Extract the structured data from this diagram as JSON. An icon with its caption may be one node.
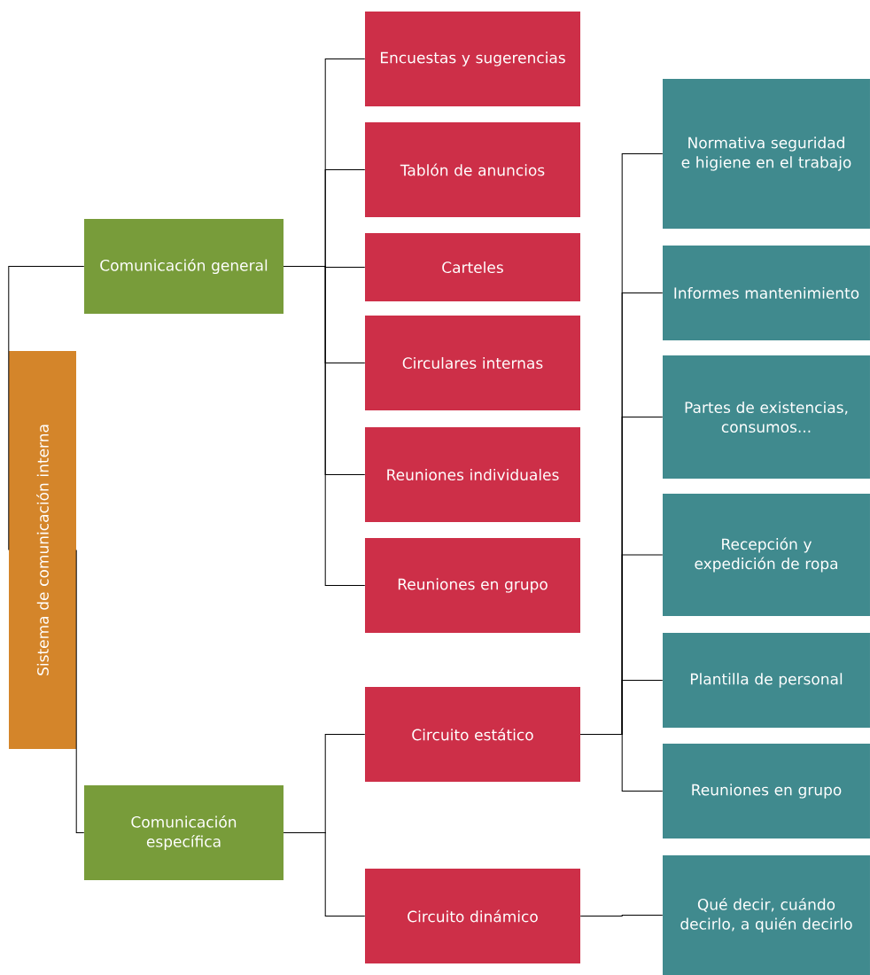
{
  "diagram": {
    "nodes": [
      {
        "text": [
          "Sistema de comunicación interna"
        ]
      },
      {
        "text": [
          "Comunicación general"
        ]
      },
      {
        "text": [
          "Comunicación específica"
        ]
      },
      {
        "text": [
          "Encuestas y sugerencias"
        ]
      },
      {
        "text": [
          "Tablón de anuncios"
        ]
      },
      {
        "text": [
          "Carteles"
        ]
      },
      {
        "text": [
          "Circulares internas"
        ]
      },
      {
        "text": [
          "Reuniones individuales"
        ]
      },
      {
        "text": [
          "Reuniones en grupo"
        ]
      },
      {
        "text": [
          "Circuito estático"
        ]
      },
      {
        "text": [
          "Circuito dinámico"
        ]
      },
      {
        "text": [
          "Normativa seguridad e higiene en el trabajo"
        ]
      },
      {
        "text": [
          "Informes mantenimiento"
        ]
      },
      {
        "text": [
          "Partes de existencias, consumos..."
        ]
      },
      {
        "text": [
          "Recepción y expedición de ropa"
        ]
      },
      {
        "text": [
          "Plantilla de personal"
        ]
      },
      {
        "text": [
          "Reuniones en grupo"
        ]
      },
      {
        "text": [
          "Qué decir, cuándo decirlo, a quién decirlo"
        ]
      }
    ],
    "edges": [
      {
        "from": 0,
        "to": 1,
        "arrow": "none"
      },
      {
        "from": 0,
        "to": 2,
        "arrow": "none"
      },
      {
        "from": 1,
        "to": 3,
        "arrow": "none"
      },
      {
        "from": 1,
        "to": 4,
        "arrow": "none"
      },
      {
        "from": 1,
        "to": 5,
        "arrow": "none"
      },
      {
        "from": 1,
        "to": 6,
        "arrow": "none"
      },
      {
        "from": 1,
        "to": 7,
        "arrow": "none"
      },
      {
        "from": 1,
        "to": 8,
        "arrow": "none"
      },
      {
        "from": 2,
        "to": 9,
        "arrow": "none"
      },
      {
        "from": 2,
        "to": 10,
        "arrow": "none"
      },
      {
        "from": 9,
        "to": 11,
        "arrow": "none"
      },
      {
        "from": 9,
        "to": 12,
        "arrow": "none"
      },
      {
        "from": 9,
        "to": 13,
        "arrow": "none"
      },
      {
        "from": 9,
        "to": 14,
        "arrow": "none"
      },
      {
        "from": 9,
        "to": 15,
        "arrow": "none"
      },
      {
        "from": 9,
        "to": 16,
        "arrow": "none"
      },
      {
        "from": 10,
        "to": 17,
        "arrow": "none"
      }
    ]
  }
}
